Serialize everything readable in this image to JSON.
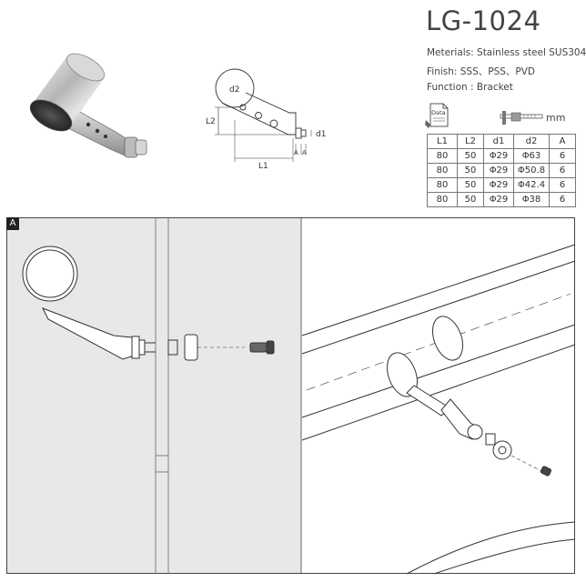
{
  "header": {
    "model": "LG-1024",
    "materials": "Meterials: Stainless steel SUS304",
    "finish": "Finish: SSS、PSS、PVD",
    "function": "Function : Bracket"
  },
  "drawing": {
    "label_d2": "d2",
    "label_l2": "L2",
    "label_l1": "L1",
    "label_d1": "d1",
    "label_a1": "A",
    "label_a2": "A"
  },
  "icons": {
    "data_icon_label": "Data",
    "unit": "mm",
    "data_icon": "document-data-icon",
    "caliper_icon": "caliper-icon"
  },
  "table": {
    "headers": [
      "L1",
      "L2",
      "d1",
      "d2",
      "A"
    ],
    "rows": [
      [
        "80",
        "50",
        "Φ29",
        "Φ63",
        "6"
      ],
      [
        "80",
        "50",
        "Φ29",
        "Φ50.8",
        "6"
      ],
      [
        "80",
        "50",
        "Φ29",
        "Φ42.4",
        "6"
      ],
      [
        "80",
        "50",
        "Φ29",
        "Φ38",
        "6"
      ]
    ]
  },
  "install": {
    "section_label": "A"
  },
  "colors": {
    "panel_gray": "#e8e8e8",
    "line": "#333333",
    "steel_dark": "#8a8a8a",
    "steel_light": "#f2f2f2"
  }
}
